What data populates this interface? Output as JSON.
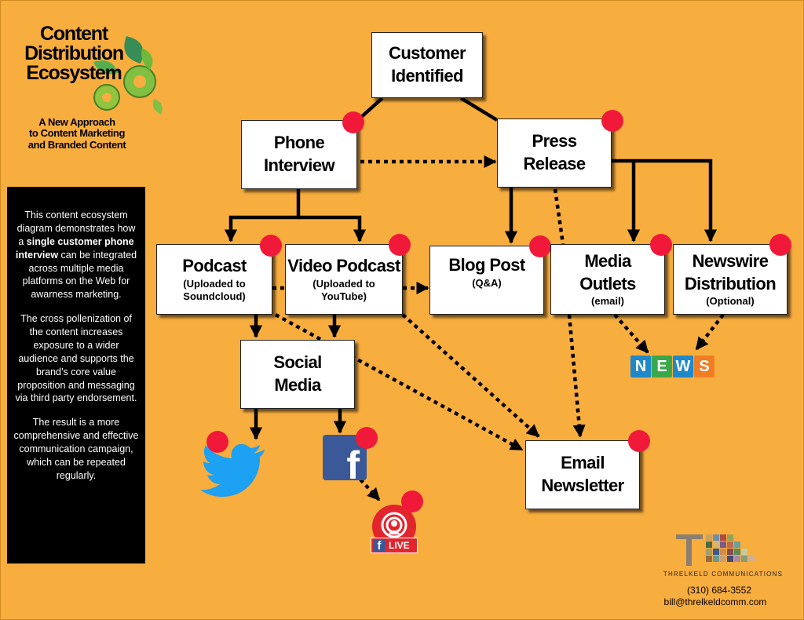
{
  "title": {
    "lines": [
      "Content",
      "Distribution",
      "Ecosystem"
    ],
    "subtitle_lines": [
      "A New Approach",
      "to Content Marketing",
      "and Branded Content"
    ]
  },
  "info": {
    "paragraph_1_before": "This content ecosystem diagram demonstrates how a ",
    "paragraph_1_bold": "single customer phone interview",
    "paragraph_1_after": " can be integrated across multiple media platforms on the Web for awarness marketing.",
    "paragraph_2": "The cross pollenization of the content increases exposure to a wider audience and supports the brand’s core value proposition and messaging via third party endorsement.",
    "paragraph_3": "The result is a more comprehensive and effective communication campaign, which can be repeated regularly."
  },
  "nodes": {
    "customer": {
      "line1": "Customer",
      "line2": "Identified"
    },
    "phone": {
      "line1": "Phone",
      "line2": "Interview"
    },
    "press": {
      "line1": "Press",
      "line2": "Release"
    },
    "podcast": {
      "title": "Podcast",
      "sub1": "(Uploaded to",
      "sub2": "Soundcloud)"
    },
    "video": {
      "title": "Video Podcast",
      "sub1": "(Uploaded to",
      "sub2": "YouTube)"
    },
    "blog": {
      "title": "Blog Post",
      "sub1": "(Q&A)"
    },
    "media": {
      "line1": "Media",
      "line2": "Outlets",
      "sub1": "(email)"
    },
    "newswire": {
      "line1": "Newswire",
      "line2": "Distribution",
      "sub1": "(Optional)"
    },
    "social": {
      "line1": "Social",
      "line2": "Media"
    },
    "email": {
      "line1": "Email",
      "line2": "Newsletter"
    }
  },
  "news_badge": [
    "N",
    "E",
    "W",
    "S"
  ],
  "facebook_live": {
    "f": "f",
    "live": "LIVE"
  },
  "brand": {
    "name": "Threlkeld Communications",
    "phone": "(310) 684-3552",
    "email": "bill@threlkeldcomm.com"
  },
  "colors": {
    "background": "#f8ad3f",
    "dot": "#f0193a",
    "twitter": "#1da1f2",
    "facebook": "#3b5998",
    "news": [
      "#1e88c8",
      "#3aa84a",
      "#1e88c8",
      "#f07d24"
    ]
  }
}
